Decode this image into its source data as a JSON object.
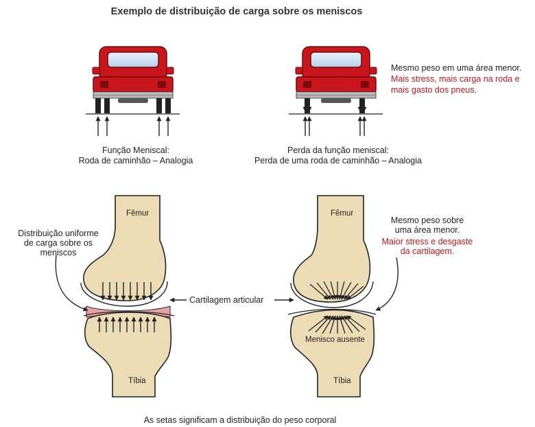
{
  "title": "Exemplo de distribuição de carga sobre os meniscos",
  "trucks": {
    "left_caption_line1": "Função Meniscal:",
    "left_caption_line2": "Roda de caminhão – Analogia",
    "right_caption_line1": "Perda da função meniscal:",
    "right_caption_line2": "Perda de uma roda de caminhão – Analogia",
    "right_note_line1": "Mesmo peso em uma área menor.",
    "right_note_red1": "Mais stress, mais carga na roda e",
    "right_note_red2": "mais gasto dos pneus."
  },
  "knees": {
    "left_note_line1": "Distribuição uniforme",
    "left_note_line2": "de carga sobre os",
    "left_note_line3": "meniscos",
    "femur_label": "Fêmur",
    "tibia_label": "Tíbia",
    "cartilage_label": "Cartilagem articular",
    "missing_meniscus_label": "Menisco ausente",
    "right_note_line1": "Mesmo peso sobre",
    "right_note_line2": "uma área menor.",
    "right_note_red1": "Maior stress e desgaste",
    "right_note_red2": "da cartilagem."
  },
  "caption": "As setas significam a distribuição do peso corporal",
  "colors": {
    "truck_red": "#c8161c",
    "bone": "#ecdcb6",
    "meniscus": "#eaa1a1",
    "accent_red": "#c0161b"
  }
}
